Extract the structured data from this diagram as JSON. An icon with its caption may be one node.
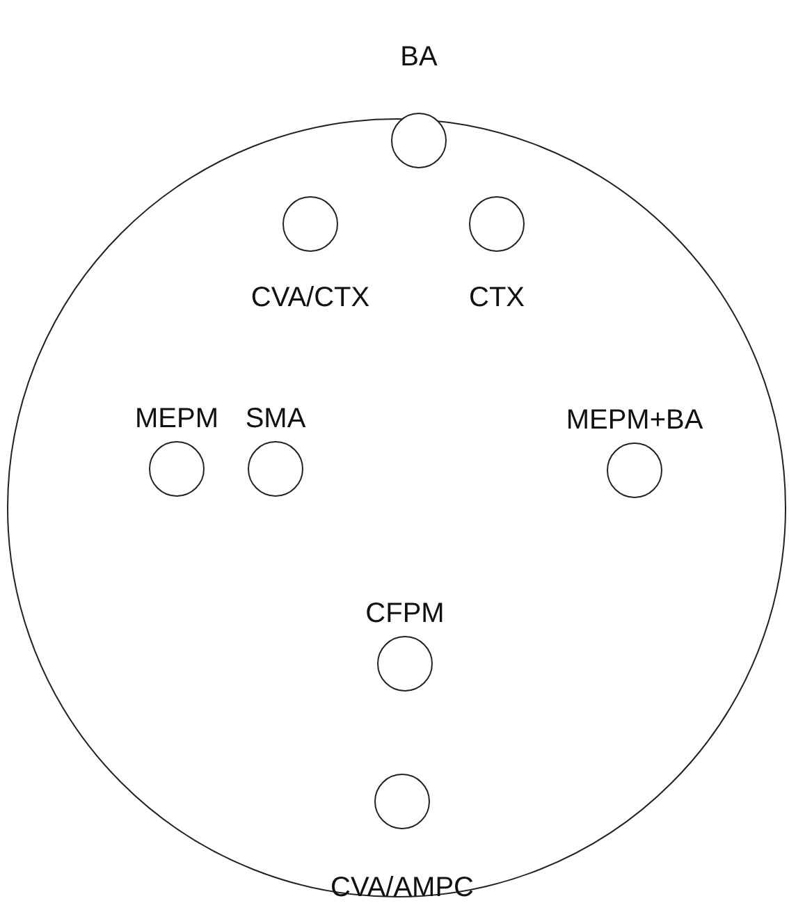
{
  "diagram": {
    "nodes": [
      {
        "text": [],
        "shape": "circle"
      },
      {
        "text": [
          "BA"
        ],
        "in": 0
      },
      {
        "text": [
          "CVA/CTX"
        ],
        "in": 0
      },
      {
        "text": [
          "CTX"
        ],
        "in": 0
      },
      {
        "text": [
          "MEPM"
        ],
        "in": 0
      },
      {
        "text": [
          "SMA"
        ],
        "in": 0
      },
      {
        "text": [
          "MEPM+BA"
        ],
        "in": 0
      },
      {
        "text": [
          "CFPM"
        ],
        "in": 0
      },
      {
        "text": [
          "CVA/AMPC"
        ],
        "in": 0
      }
    ],
    "edges": []
  }
}
